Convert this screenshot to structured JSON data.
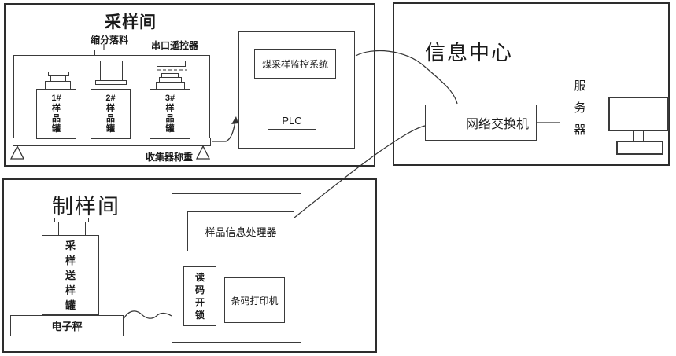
{
  "sampling_room": {
    "title": "采样间",
    "labels": {
      "reduction_feed": "缩分落料",
      "serial_remote": "串口遥控器",
      "collector_weighing": "收集器称重"
    },
    "cans": {
      "can1": "1#\n样\n品\n罐",
      "can2": "2#\n样\n品\n罐",
      "can3": "3#\n样\n品\n罐"
    },
    "monitoring": {
      "system": "煤采样监控系统",
      "plc": "PLC"
    }
  },
  "info_center": {
    "title": "信息中心",
    "network_switch": "网络交换机",
    "server": "服\n务\n器"
  },
  "prep_room": {
    "title": "制样间",
    "delivery_can": "采\n样\n送\n样\n罐",
    "scale": "电子秤",
    "processor": "样品信息处理器",
    "code_unlock": "读\n码\n开\n锁",
    "barcode_printer": "条码打印机"
  },
  "colors": {
    "line": "#333333",
    "border": "#2d2d2d",
    "background": "#ffffff"
  }
}
